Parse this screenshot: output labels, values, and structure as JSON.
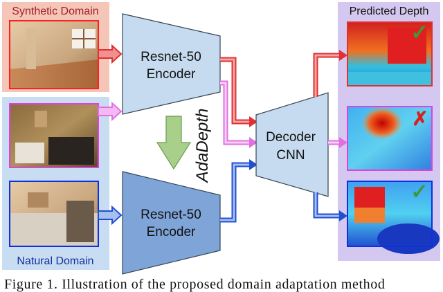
{
  "synthetic_domain": {
    "label": "Synthetic Domain"
  },
  "natural_domain": {
    "label": "Natural Domain"
  },
  "predicted_depth": {
    "label": "Predicted Depth",
    "marks": [
      "✓",
      "✗",
      "✓"
    ]
  },
  "encoder_top": {
    "line1": "Resnet-50",
    "line2": "Encoder"
  },
  "encoder_bottom": {
    "line1": "Resnet-50",
    "line2": "Encoder"
  },
  "decoder": {
    "line1": "Decoder",
    "line2": "CNN"
  },
  "adadepth": {
    "label": "AdaDepth"
  },
  "caption": "Figure 1. Illustration of the proposed domain adaptation method",
  "colors": {
    "synthetic_bg": "#f5c6b8",
    "natural_bg": "#c8dcf2",
    "predicted_bg": "#d4c8f0",
    "red_arrow": "#e03030",
    "pink_arrow": "#e070e0",
    "blue_arrow": "#2050d0",
    "encoder_top": "#c6dbef",
    "encoder_bottom": "#7fa4d8",
    "decoder": "#c6dbef",
    "check": "#3a9a3a",
    "cross": "#d82020",
    "adapt_arrow": "#a8d08a"
  }
}
